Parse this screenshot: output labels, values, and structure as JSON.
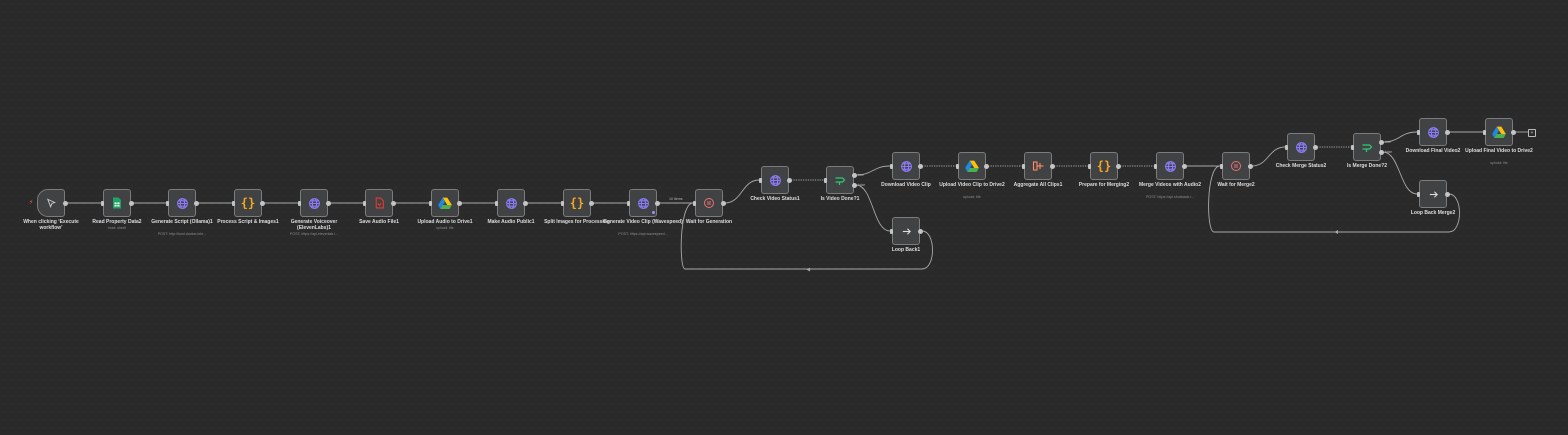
{
  "colors": {
    "canvas": "#2a2a2a",
    "node": "#414244",
    "edge": "#a8a8a8",
    "trigger": "#ff6d5a",
    "http": "#8b7cf6",
    "code": "#f5a623",
    "if": "#2ecc71"
  },
  "nodes": [
    {
      "id": "n1",
      "label": "When clicking ‘Execute workflow’",
      "icon": "cursor-icon",
      "kind": "trigger"
    },
    {
      "id": "n2",
      "label": "Read Property Data2",
      "sub": "read: sheet",
      "icon": "sheets-icon"
    },
    {
      "id": "n3",
      "label": "Generate Script (Ollama)1",
      "sub": "POST: http://host.docker.inte...",
      "icon": "globe-icon"
    },
    {
      "id": "n4",
      "label": "Process Script & Images1",
      "icon": "braces-icon"
    },
    {
      "id": "n5",
      "label": "Generate Voiceover (ElevenLabs)1",
      "sub": "POST: https://api.elevenlab.i...",
      "icon": "globe-icon"
    },
    {
      "id": "n6",
      "label": "Save Audio File1",
      "icon": "file-icon"
    },
    {
      "id": "n7",
      "label": "Upload Audio to Drive1",
      "sub": "upload: file",
      "icon": "drive-icon"
    },
    {
      "id": "n8",
      "label": "Make Audio Public1",
      "icon": "globe-icon"
    },
    {
      "id": "n9",
      "label": "Split Images for Processing",
      "icon": "braces-icon"
    },
    {
      "id": "n10",
      "label": "Generate Video Clip (Wavespeed)",
      "sub": "POST: https://api.wavespeed...",
      "icon": "globe-icon"
    },
    {
      "id": "n11",
      "label": "Wait for Generation",
      "icon": "pause-icon"
    },
    {
      "id": "n12",
      "label": "Check Video Status1",
      "icon": "globe-icon"
    },
    {
      "id": "n13",
      "label": "Is Video Done?1",
      "icon": "if-icon"
    },
    {
      "id": "n14",
      "label": "Download Video Clip",
      "icon": "globe-icon"
    },
    {
      "id": "n15",
      "label": "Loop Back1",
      "icon": "arrow-right-icon"
    },
    {
      "id": "n16",
      "label": "Upload Video Clip to Drive2",
      "sub": "upload: file",
      "icon": "drive-icon"
    },
    {
      "id": "n17",
      "label": "Aggregate All Clips1",
      "icon": "aggregate-icon"
    },
    {
      "id": "n18",
      "label": "Prepare for Merging2",
      "icon": "braces-icon"
    },
    {
      "id": "n19",
      "label": "Merge Videos with Audio2",
      "sub": "POST: https://api.shotstack.i...",
      "icon": "globe-icon"
    },
    {
      "id": "n20",
      "label": "Wait for Merge2",
      "icon": "pause-icon"
    },
    {
      "id": "n21",
      "label": "Check Merge Status2",
      "icon": "globe-icon"
    },
    {
      "id": "n22",
      "label": "Is Merge Done?2",
      "icon": "if-icon"
    },
    {
      "id": "n23",
      "label": "Download Final Video2",
      "icon": "globe-icon"
    },
    {
      "id": "n24",
      "label": "Loop Back Merge2",
      "icon": "arrow-right-icon"
    },
    {
      "id": "n25",
      "label": "Upload Final Video to Drive2",
      "sub": "upload: file",
      "icon": "drive-icon"
    }
  ],
  "edge_labels": {
    "items": "10 items"
  },
  "handles": {
    "true": "true",
    "false": "false"
  },
  "end_plus": "+"
}
